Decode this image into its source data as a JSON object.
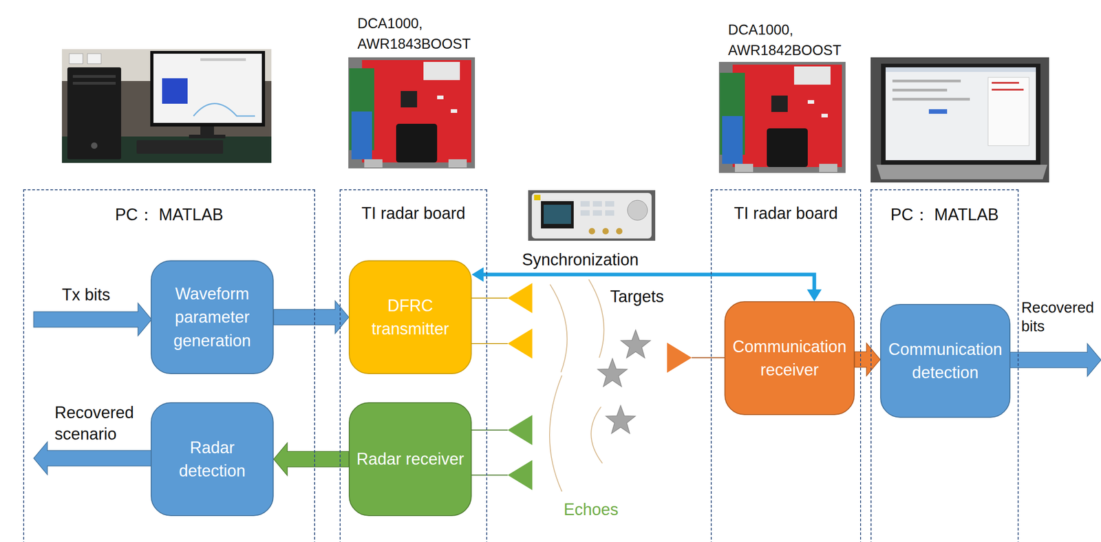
{
  "diagram": {
    "nodes": [
      {
        "text": [
          "PC： MATLAB"
        ]
      },
      {
        "text": [
          "Waveform parameter generation"
        ],
        "in": 0
      },
      {
        "text": [
          "Radar detection"
        ],
        "in": 0
      },
      {
        "text": [
          "TI radar board"
        ]
      },
      {
        "text": [
          "DFRC transmitter"
        ],
        "in": 3
      },
      {
        "text": [
          "Radar receiver"
        ],
        "in": 3
      },
      {
        "text": [
          "TI radar board"
        ]
      },
      {
        "text": [
          "Communication receiver"
        ],
        "in": 6
      },
      {
        "text": [
          "PC： MATLAB"
        ]
      },
      {
        "text": [
          "Communication detection"
        ],
        "in": 8
      }
    ],
    "edges": [
      {
        "from": 1,
        "to": 4,
        "arrow": "to"
      },
      {
        "from": 5,
        "to": 2,
        "arrow": "to"
      },
      {
        "from": 7,
        "to": 4,
        "arrow": "both",
        "label": "Synchronization"
      },
      {
        "from": 7,
        "to": 9,
        "arrow": "to"
      }
    ],
    "labels": [
      "DCA1000, AWR1843BOOST",
      "DCA1000, AWR1842BOOST",
      "Tx bits",
      "Recovered scenario",
      "Targets",
      "Echoes",
      "Recovered bits"
    ]
  }
}
